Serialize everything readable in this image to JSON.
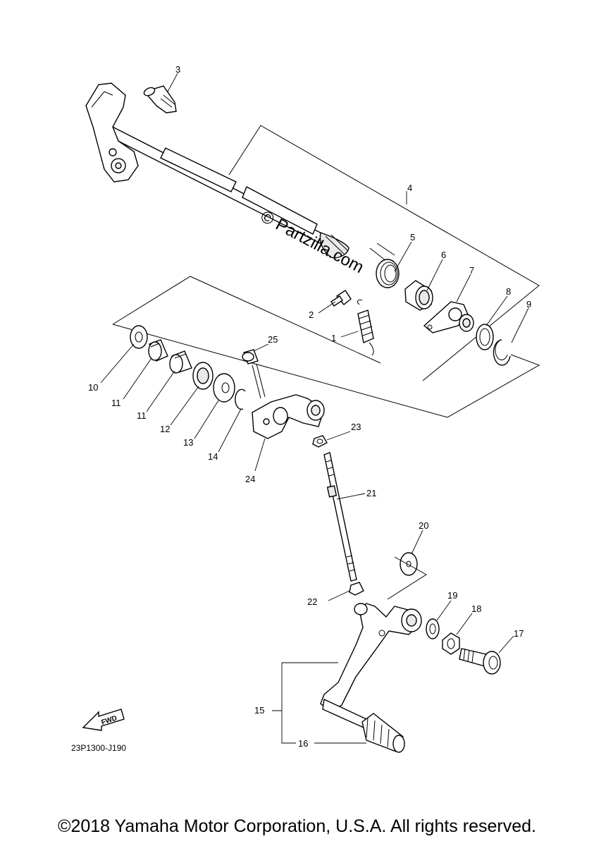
{
  "callouts": [
    {
      "id": "1",
      "text": "1"
    },
    {
      "id": "2",
      "text": "2"
    },
    {
      "id": "3",
      "text": "3"
    },
    {
      "id": "4",
      "text": "4"
    },
    {
      "id": "5",
      "text": "5"
    },
    {
      "id": "6",
      "text": "6"
    },
    {
      "id": "7",
      "text": "7"
    },
    {
      "id": "8",
      "text": "8"
    },
    {
      "id": "9",
      "text": "9"
    },
    {
      "id": "10",
      "text": "10"
    },
    {
      "id": "11a",
      "text": "11"
    },
    {
      "id": "11b",
      "text": "11"
    },
    {
      "id": "12",
      "text": "12"
    },
    {
      "id": "13",
      "text": "13"
    },
    {
      "id": "14",
      "text": "14"
    },
    {
      "id": "15",
      "text": "15"
    },
    {
      "id": "16",
      "text": "16"
    },
    {
      "id": "17",
      "text": "17"
    },
    {
      "id": "18",
      "text": "18"
    },
    {
      "id": "19",
      "text": "19"
    },
    {
      "id": "20",
      "text": "20"
    },
    {
      "id": "21",
      "text": "21"
    },
    {
      "id": "22",
      "text": "22"
    },
    {
      "id": "23",
      "text": "23"
    },
    {
      "id": "24",
      "text": "24"
    },
    {
      "id": "25",
      "text": "25"
    }
  ],
  "watermark": "© Partzilla.com",
  "direction_marker": "FWD",
  "diagram_code": "23P1300-J190",
  "copyright": "©2018 Yamaha Motor Corporation, U.S.A. All rights reserved."
}
